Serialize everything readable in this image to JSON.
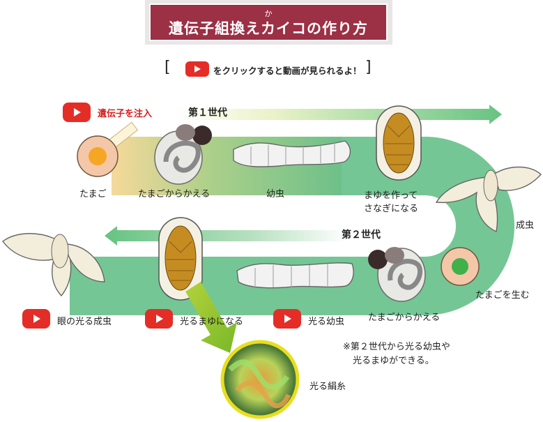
{
  "header": {
    "title": "遺伝子組換えカイコの作り方",
    "furigana": "か"
  },
  "hint": {
    "bracket_left": "[",
    "text": "をクリックすると動画が見られるよ！",
    "bracket_right": "]"
  },
  "stages_top": {
    "inject_label": "遺伝子を注入",
    "generation": "第１世代",
    "egg": "たまご",
    "hatching": "たまごからかえる",
    "larva": "幼虫",
    "cocoon_line1": "まゆを作って",
    "cocoon_line2": "さなぎになる"
  },
  "stages_right": {
    "adult": "成虫",
    "lay_eggs": "たまごを生む"
  },
  "stages_bottom": {
    "generation": "第２世代",
    "glowing_eye_adult": "眼の光る成虫",
    "glowing_cocoon": "光るまゆになる",
    "glowing_larva": "光る幼虫",
    "hatching": "たまごからかえる",
    "note_line1": "※第２世代から光る幼虫や",
    "note_line2": "光るまゆができる。",
    "glowing_silk": "光る絹糸"
  }
}
